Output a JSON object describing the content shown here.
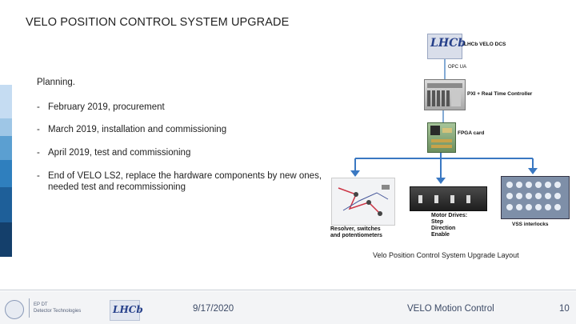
{
  "slide": {
    "title": "VELO POSITION CONTROL SYSTEM UPGRADE",
    "planning_label": "Planning.",
    "bullets": [
      {
        "dash": "-",
        "text": "February 2019, procurement"
      },
      {
        "dash": "-",
        "text": "March 2019, installation and commissioning"
      },
      {
        "dash": "-",
        "text": "April 2019, test and commissioning"
      },
      {
        "dash": "-",
        "text": "End of VELO LS2, replace the hardware components by new ones,",
        "text2": "needed test and recommissioning"
      }
    ],
    "accent_bar_colors": [
      "#c5dcf2",
      "#9ec6e6",
      "#5b9fd1",
      "#2f7fbe",
      "#1e5f99",
      "#143f6b"
    ]
  },
  "diagram": {
    "lhcb_logo_text": "LHCb",
    "lhcb_dcs_label": "LHCb VELO DCS",
    "opc_label": "OPC UA",
    "pxi_label": "PXI + Real Time Controller",
    "fpga_label": "FPGA card",
    "motor_drives_label": [
      "Motor Drives:",
      "Step",
      "Direction",
      "Enable"
    ],
    "vss_label": "VSS interlocks",
    "resolver_label": [
      "Resolver, switches",
      "and potentiometers"
    ],
    "caption": "Velo Position Control System Upgrade Layout"
  },
  "footer": {
    "date": "9/17/2020",
    "title": "VELO Motion Control",
    "page_number": "10",
    "logo_text": [
      "EP DT",
      "Detector Technologies"
    ],
    "lhcb_logo_text": "LHCb"
  }
}
